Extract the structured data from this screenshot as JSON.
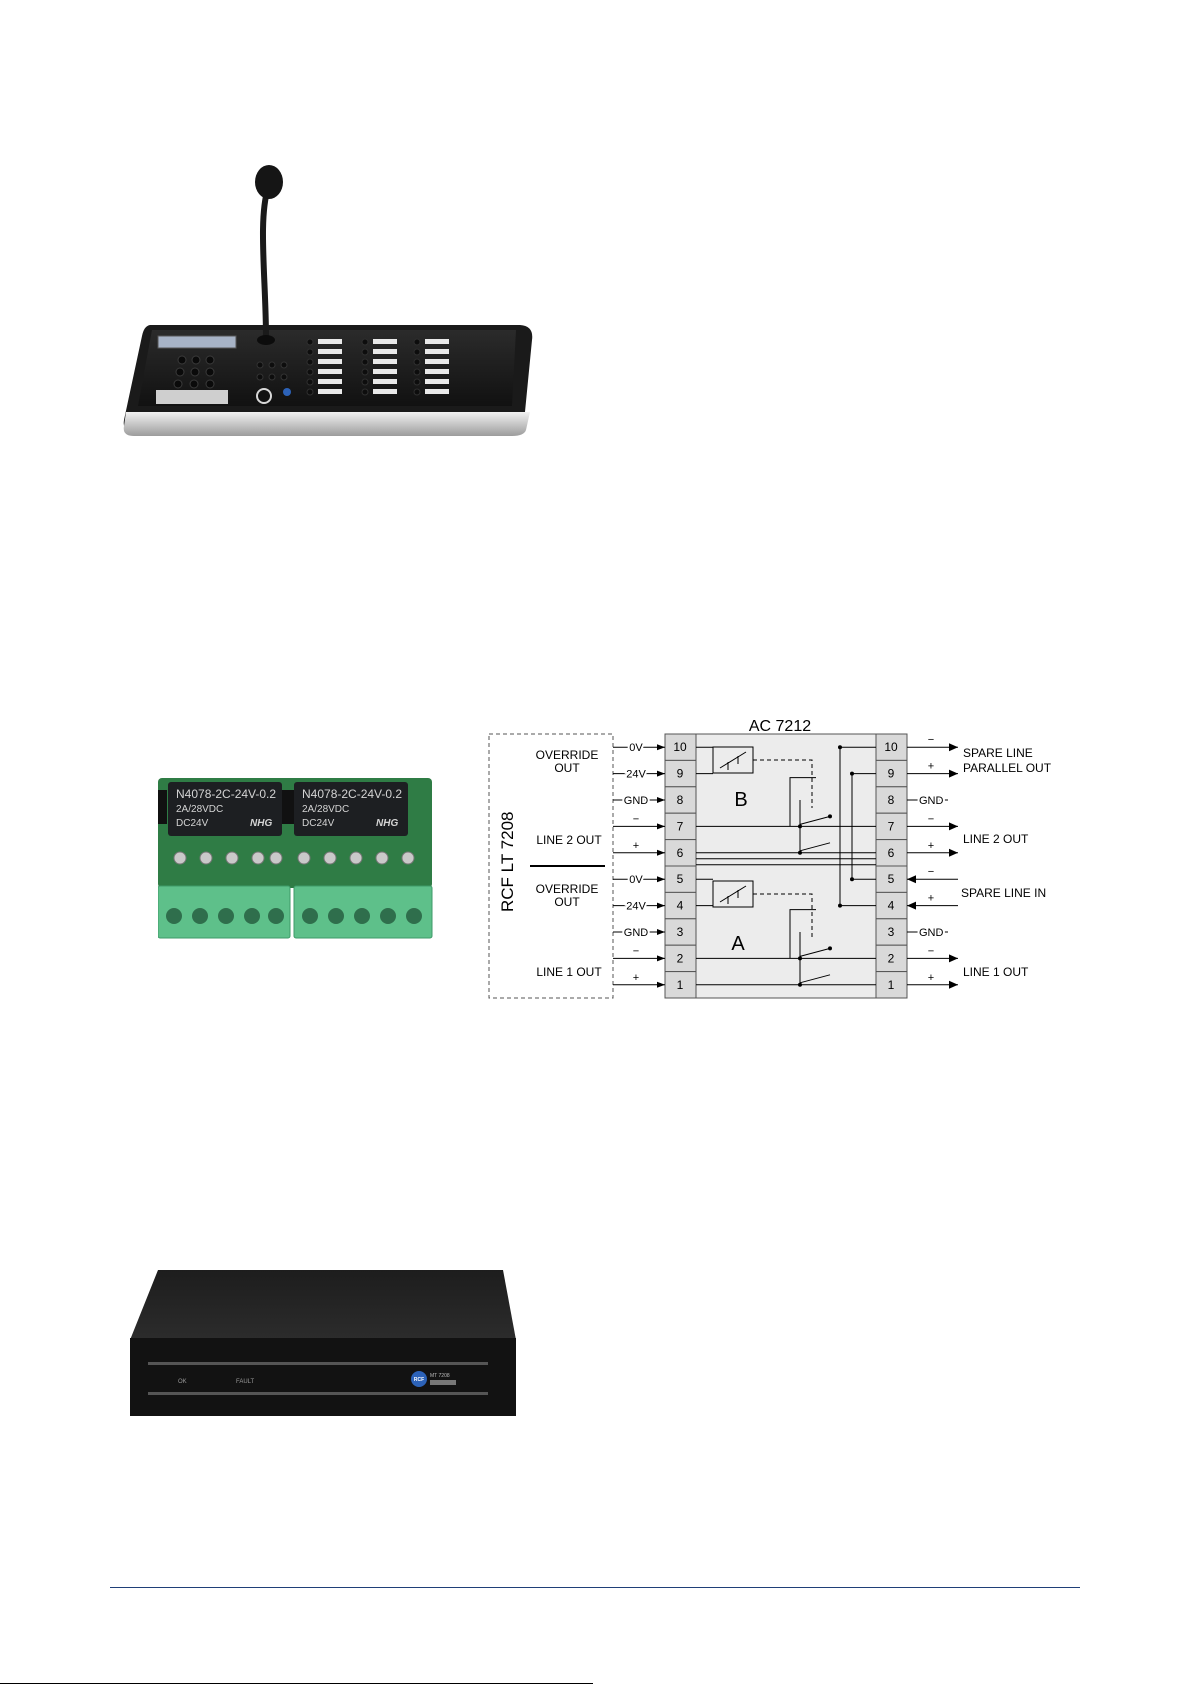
{
  "diagram": {
    "module_title": "AC 7212",
    "source_unit": "RCF LT 7208",
    "left_groups": {
      "override_out_top": "OVERRIDE\nOUT",
      "line2_out": "LINE 2 OUT",
      "override_out_bottom": "OVERRIDE\nOUT",
      "line1_out": "LINE 1 OUT"
    },
    "left_wire_labels": {
      "t10": "0V",
      "t9": "24V",
      "t8": "GND",
      "t7": "−",
      "t6": "+",
      "t5": "0V",
      "t4": "24V",
      "t3": "GND",
      "t2": "−",
      "t1": "+"
    },
    "right_wire_labels": {
      "t10": "−",
      "t9": "+",
      "t8": "GND",
      "t7": "−",
      "t6": "+",
      "t5": "−",
      "t4": "+",
      "t3": "GND",
      "t2": "−",
      "t1": "+"
    },
    "terminals": [
      "10",
      "9",
      "8",
      "7",
      "6",
      "5",
      "4",
      "3",
      "2",
      "1"
    ],
    "relay_labels": {
      "top": "B",
      "bottom": "A"
    },
    "right_groups": {
      "spare_line_parallel_out": "SPARE LINE\nPARALLEL OUT",
      "line2_out": "LINE 2 OUT",
      "spare_line_in": "SPARE LINE IN",
      "line1_out": "LINE 1 OUT"
    }
  },
  "board": {
    "relay_markings": [
      "N4078-2C-24V-0.2",
      "2A/28VDC",
      "DC24V",
      "NHG"
    ]
  },
  "device": {
    "labels": {
      "ok": "OK",
      "fault": "FAULT",
      "brand": "RCF",
      "model": "MT 7208"
    }
  },
  "colors": {
    "rule": "#1f3f77",
    "terminal_fill": "#d9d9d9",
    "module_fill": "#ececec",
    "pcb_green": "#2f7c45",
    "connector_green": "#5ec08a",
    "relay_black": "#1d1f22"
  }
}
